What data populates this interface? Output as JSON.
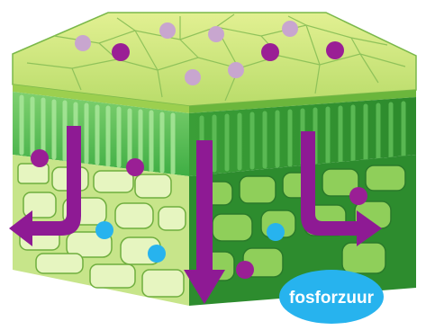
{
  "diagram": {
    "label_text": "fosforzuur",
    "colors": {
      "arrow": "#8e1a94",
      "molecule_dark": "#9a1f95",
      "molecule_light": "#c8a6cf",
      "molecule_blue": "#27b3ee",
      "label_bg": "#27b3ee",
      "label_text": "#ffffff",
      "top_surface": "#cfe67a",
      "palisade": "#5cc04e",
      "spongy": "#98d35f",
      "dark_green": "#2f9a2e"
    },
    "icons": [
      "arrow-down-left",
      "arrow-down",
      "arrow-down-right"
    ]
  }
}
